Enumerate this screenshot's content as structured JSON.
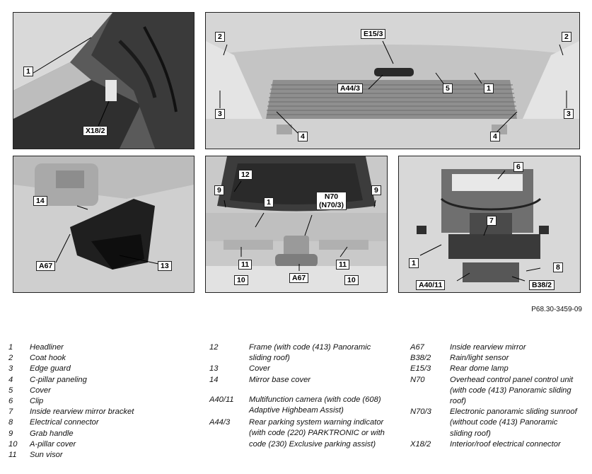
{
  "figure_id": "P68.30-3459-09",
  "callouts": {
    "p1": [
      "1",
      "X18/2"
    ],
    "p2": [
      "E15/3",
      "2",
      "2",
      "A44/3",
      "5",
      "1",
      "3",
      "3",
      "4",
      "4"
    ],
    "p3": [
      "14",
      "A67",
      "13"
    ],
    "p4": [
      "12",
      "9",
      "9",
      "1",
      "N70",
      "(N70/3)",
      "11",
      "11",
      "A67",
      "10",
      "10"
    ],
    "p5": [
      "6",
      "7",
      "1",
      "8",
      "A40/11",
      "B38/2"
    ]
  },
  "legend": {
    "col1": [
      {
        "key": "1",
        "text": "Headliner"
      },
      {
        "key": "2",
        "text": "Coat hook"
      },
      {
        "key": "3",
        "text": "Edge guard"
      },
      {
        "key": "4",
        "text": "C-pillar paneling"
      },
      {
        "key": "5",
        "text": "Cover"
      },
      {
        "key": "6",
        "text": "Clip"
      },
      {
        "key": "7",
        "text": "Inside rearview mirror bracket"
      },
      {
        "key": "8",
        "text": "Electrical connector"
      },
      {
        "key": "9",
        "text": "Grab handle"
      },
      {
        "key": "10",
        "text": "A-pillar cover"
      },
      {
        "key": "11",
        "text": "Sun visor"
      }
    ],
    "col2": [
      {
        "key": "12",
        "text": "Frame (with code (413) Panoramic sliding roof)"
      },
      {
        "key": "13",
        "text": "Cover"
      },
      {
        "key": "14",
        "text": "Mirror base cover"
      },
      {
        "key": "A40/11",
        "text": "Multifunction camera (with code (608) Adaptive Highbeam Assist)"
      },
      {
        "key": "A44/3",
        "text": "Rear parking system warning indicator (with code (220) PARKTRONIC or with code (230) Exclusive parking assist)"
      }
    ],
    "col3": [
      {
        "key": "A67",
        "text": "Inside rearview mirror"
      },
      {
        "key": "B38/2",
        "text": "Rain/light sensor"
      },
      {
        "key": "E15/3",
        "text": "Rear dome lamp"
      },
      {
        "key": "N70",
        "text": "Overhead control panel control unit (with code (413) Panoramic sliding roof)"
      },
      {
        "key": "N70/3",
        "text": "Electronic panoramic sliding sunroof (without code (413) Panoramic sliding roof)"
      },
      {
        "key": "X18/2",
        "text": "Interior/roof electrical connector"
      }
    ]
  }
}
